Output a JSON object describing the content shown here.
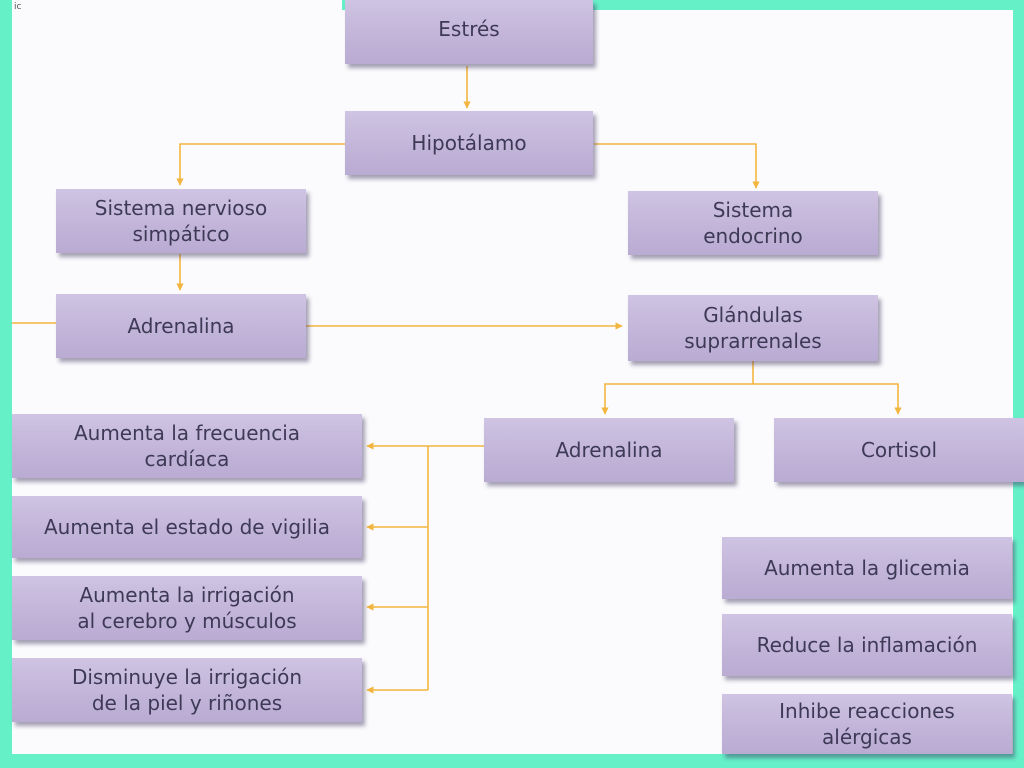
{
  "corner_text": "ic",
  "colors": {
    "frame": "#66f0c8",
    "box": "#c4b8dc",
    "text": "#3e3a56",
    "arrow": "#f2b640"
  },
  "nodes": {
    "estres": "Estrés",
    "hipotalamo": "Hipotálamo",
    "sistema_nervioso": "Sistema nervioso\nsimpático",
    "sistema_endocrino": "Sistema\nendocrino",
    "adrenalina_left": "Adrenalina",
    "glandulas": "Glándulas\nsuprarrenales",
    "adrenalina_right": "Adrenalina",
    "cortisol": "Cortisol",
    "efecto_frecuencia": "Aumenta la frecuencia\ncardíaca",
    "efecto_vigilia": "Aumenta el estado de vigilia",
    "efecto_irrigacion": "Aumenta la irrigación\nal cerebro y músculos",
    "efecto_disminuye": "Disminuye la irrigación\nde la piel y riñones",
    "efecto_glicemia": "Aumenta la glicemia",
    "efecto_inflamacion": "Reduce la inflamación",
    "efecto_alergicas": "Inhibe reacciones\nalérgicas"
  }
}
